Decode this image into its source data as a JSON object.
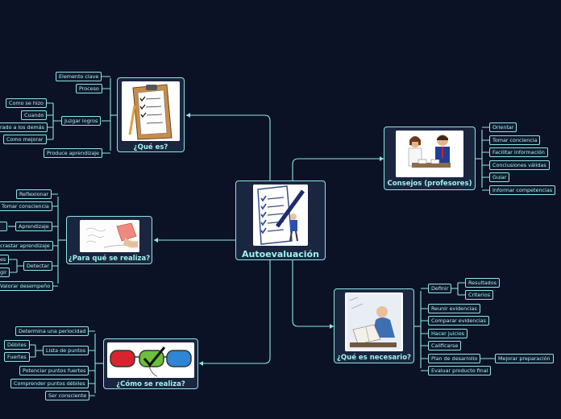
{
  "central": {
    "title": "Autoevaluación"
  },
  "topics": {
    "que_es": {
      "title": "¿Qué es?",
      "items": [
        "Elemento clave",
        "Proceso",
        "Juzgar logros",
        "Produce aprendizaje"
      ],
      "juzgar_sub": [
        "Como se hizo",
        "Cuando",
        "rado a los demás",
        "Como mejorar"
      ]
    },
    "para_que": {
      "title": "¿Para qué se realiza?",
      "items": [
        "Reflexionar",
        "Tomar consciencia",
        "Aprendizaje",
        "crastar aprendizaje",
        "Detectar",
        "Valorar desempeño"
      ],
      "detectar_sub": [
        "es",
        "gir"
      ]
    },
    "como": {
      "title": "¿Cómo se realiza?",
      "items": [
        "Determina una periocidad",
        "Lista de puntos",
        "Potenciar puntos fuertes",
        "Comprender puntos débiles",
        "Ser consciente"
      ],
      "lista_sub": [
        "Débiles",
        "Fuertes"
      ]
    },
    "consejos": {
      "title": "Consejos (profesores)",
      "items": [
        "Orientar",
        "Tomar conciencia",
        "Facilitar información",
        "Conclusiones válidas",
        "Guiar",
        "Informar competencias"
      ]
    },
    "necesario": {
      "title": "¿Qué es necesario?",
      "items": [
        "Definir",
        "Reunir evidencias",
        "Comparar evidencias",
        "Hacer juicios",
        "Calificarse",
        "Plan de desarrollo",
        "Evaluar producto final"
      ],
      "definir_sub": [
        "Resultados",
        "Criterios"
      ],
      "plan_sub": [
        "Mejorar preparación"
      ]
    }
  },
  "colors": {
    "background": "#0b1226",
    "line": "#8fe6e0",
    "topic_text": "#9ff2ec",
    "leaf_text": "#b8ece8"
  }
}
